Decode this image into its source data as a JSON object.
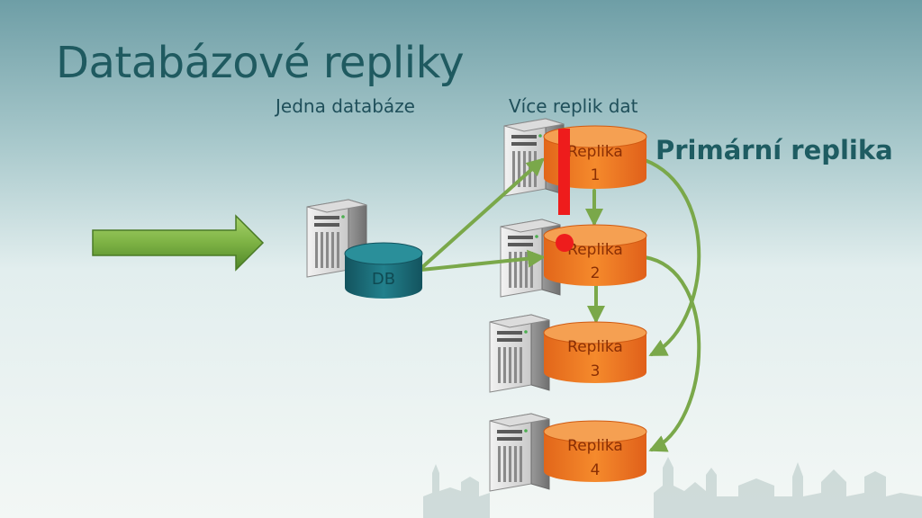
{
  "slide": {
    "title": "Databázové repliky",
    "single_db_label": "Jedna databáze",
    "replicas_label": "Více replik dat",
    "primary_label": "Primární replika",
    "db_label": "DB"
  },
  "replicas": [
    {
      "label": "Replika",
      "number": "1"
    },
    {
      "label": "Replika",
      "number": "2"
    },
    {
      "label": "Replika",
      "number": "3"
    },
    {
      "label": "Replika",
      "number": "4"
    }
  ],
  "colors": {
    "title": "#1f5a60",
    "replica_fill": "#f07a1e",
    "db_fill": "#1d6e7a",
    "arrow_green": "#7aa84a",
    "failure_red": "#ee1c1c"
  },
  "icons": [
    "arrow-right-icon",
    "server-icon",
    "database-cylinder-icon",
    "failure-marker-icon"
  ]
}
